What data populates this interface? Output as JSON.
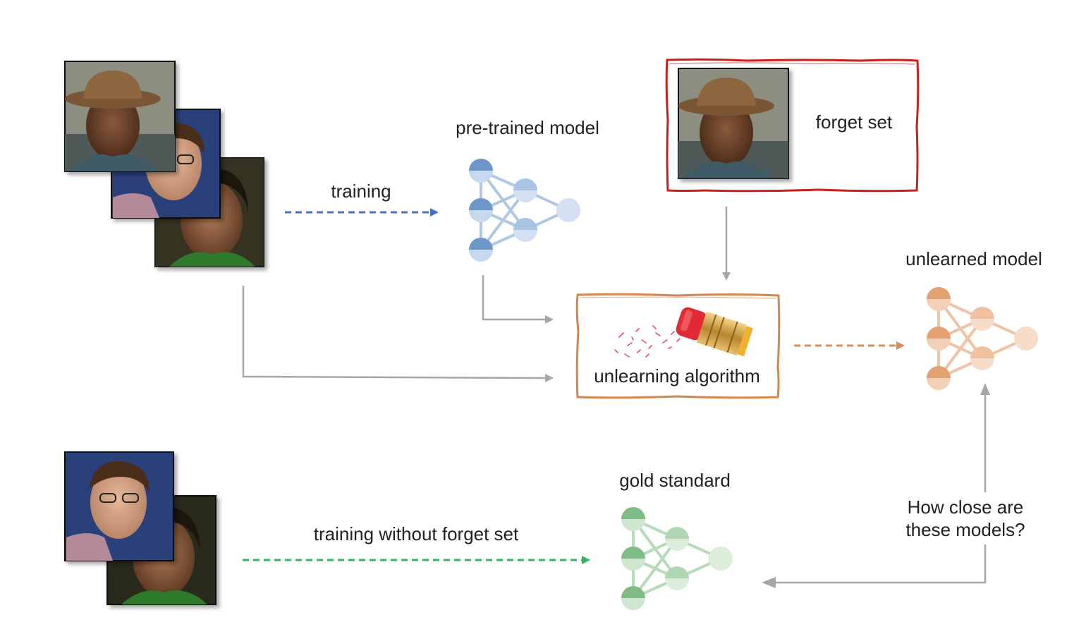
{
  "labels": {
    "training": "training",
    "pretrained_model": "pre-trained model",
    "forget_set": "forget set",
    "unlearning_algorithm": "unlearning algorithm",
    "unlearned_model": "unlearned model",
    "gold_standard": "gold standard",
    "training_without_forget_set": "training without forget set",
    "how_close_line1": "How close are",
    "how_close_line2": "these models?"
  },
  "colors": {
    "arrow_gray": "#a6a6a6",
    "training_blue": "#4a72c0",
    "unlearned_orange": "#d9895a",
    "gold_green": "#33b85c",
    "forget_box_red": "#c8201f",
    "algo_box_orange": "#d3874f",
    "model_blue": "#7ba3cf",
    "model_orange": "#e3a174",
    "model_green": "#8cc28f",
    "eraser_red": "#e02a35",
    "ferrule_gold": "#c99d47"
  },
  "icons": {
    "pretrained": "neural-network-icon",
    "unlearned": "neural-network-icon",
    "gold": "neural-network-icon",
    "eraser": "pencil-eraser-icon"
  }
}
